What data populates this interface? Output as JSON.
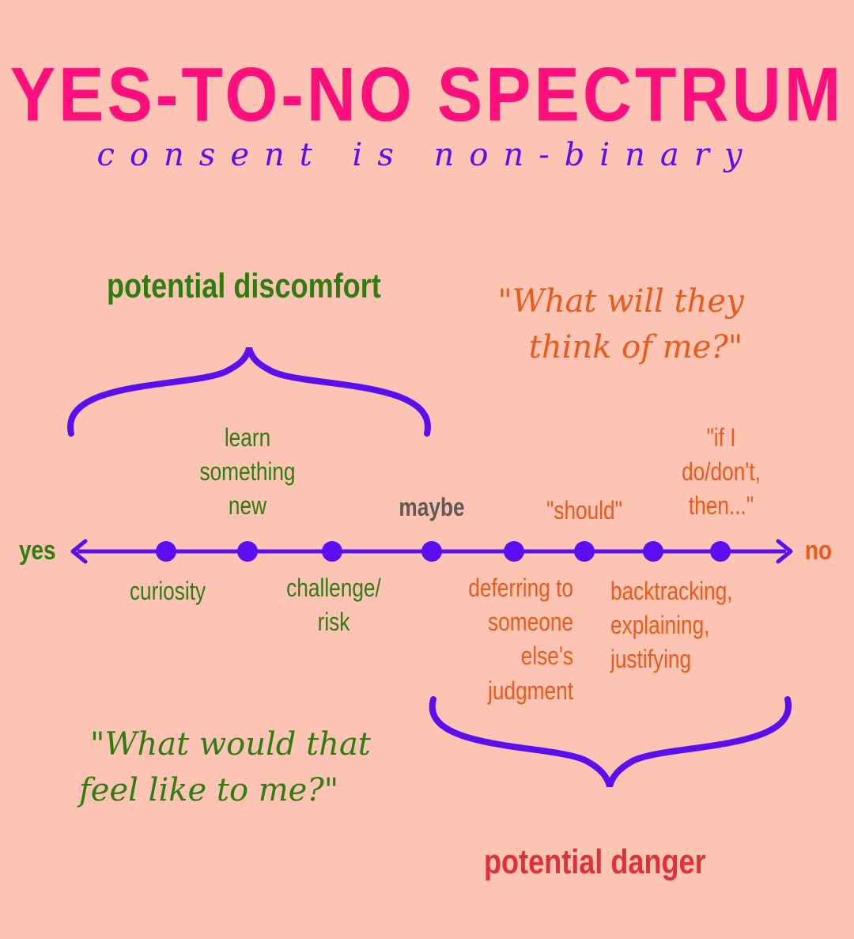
{
  "title": "YES-TO-NO SPECTRUM",
  "subtitle": "consent is non-binary",
  "colors": {
    "background": "#fdc3b3",
    "title": "#ff0f7b",
    "line": "#5b0ff0",
    "green_text": "#2e7d10",
    "orange_text": "#e85b1a",
    "red_text": "#e0303a",
    "gray_text": "#5e5a58"
  },
  "spectrum": {
    "start_label": "yes",
    "end_label": "no"
  },
  "groups": {
    "discomfort": {
      "heading": "potential discomfort",
      "quote_line1": "\"What would that",
      "quote_line2": "feel like to me?\""
    },
    "danger": {
      "heading": "potential danger",
      "quote_line1": "\"What will they",
      "quote_line2": "think of me?\""
    }
  },
  "points": {
    "curiosity": "curiosity",
    "learn_line1": "learn",
    "learn_line2": "something",
    "learn_line3": "new",
    "challenge_line1": "challenge/",
    "challenge_line2": "risk",
    "maybe": "maybe",
    "deferring_line1": "deferring to",
    "deferring_line2": "someone",
    "deferring_line3": "else's",
    "deferring_line4": "judgment",
    "should": "\"should\"",
    "backtracking_line1": "backtracking,",
    "backtracking_line2": "explaining,",
    "backtracking_line3": "justifying",
    "ifi_line1": "\"if I",
    "ifi_line2": "do/don't,",
    "ifi_line3": "then...\""
  }
}
